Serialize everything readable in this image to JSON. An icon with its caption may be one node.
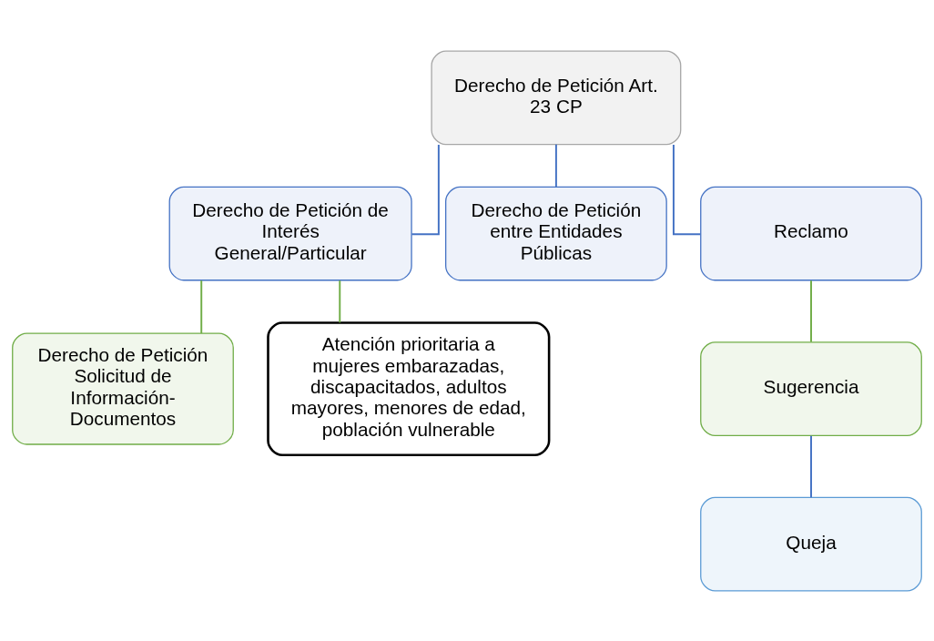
{
  "diagram": {
    "nodes": [
      {
        "text": [
          "Derecho de Petición Art. 23 CP"
        ]
      },
      {
        "text": [
          "Derecho de Petición de Interés General/Particular"
        ]
      },
      {
        "text": [
          "Derecho de Petición entre Entidades Públicas"
        ]
      },
      {
        "text": [
          "Reclamo"
        ]
      },
      {
        "text": [
          "Derecho de Petición Solicitud de Información-Documentos"
        ]
      },
      {
        "text": [
          "Atención prioritaria a mujeres embarazadas, discapacitados, adultos mayores, menores de edad, población vulnerable"
        ]
      },
      {
        "text": [
          "Sugerencia"
        ]
      },
      {
        "text": [
          "Queja"
        ]
      }
    ],
    "edges": [
      {
        "from": 0,
        "to": 1,
        "arrow": "none"
      },
      {
        "from": 0,
        "to": 2,
        "arrow": "none"
      },
      {
        "from": 0,
        "to": 3,
        "arrow": "none"
      },
      {
        "from": 1,
        "to": 4,
        "arrow": "none",
        "color": "#70ad47"
      },
      {
        "from": 1,
        "to": 5,
        "arrow": "none",
        "color": "#70ad47"
      },
      {
        "from": 3,
        "to": 6,
        "arrow": "none",
        "color": "#70ad47"
      },
      {
        "from": 6,
        "to": 7,
        "arrow": "none"
      }
    ]
  }
}
